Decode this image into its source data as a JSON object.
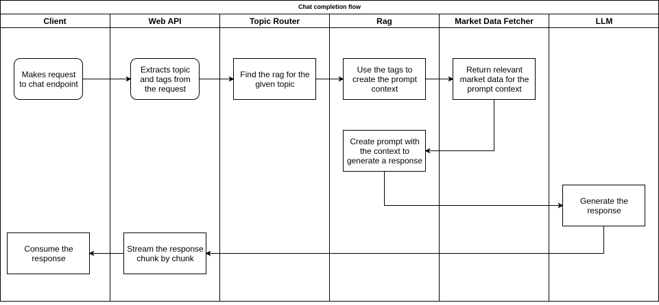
{
  "title": "Chat completion flow",
  "lanes": [
    {
      "id": "client",
      "label": "Client"
    },
    {
      "id": "webapi",
      "label": "Web API"
    },
    {
      "id": "router",
      "label": "Topic Router"
    },
    {
      "id": "rag",
      "label": "Rag"
    },
    {
      "id": "market",
      "label": "Market Data Fetcher"
    },
    {
      "id": "llm",
      "label": "LLM"
    }
  ],
  "nodes": {
    "makes_request": "Makes request to chat endpoint",
    "extracts_topic": "Extracts topic and tags from the request",
    "find_rag": "Find the rag for the given topic",
    "use_tags": "Use the tags to create the prompt context",
    "return_market": "Return relevant market data for the prompt context",
    "create_prompt": "Create prompt with the context to generate a response",
    "generate_response": "Generate the response",
    "stream_response": "Stream the response chunk by chunk",
    "consume_response": "Consume the response"
  },
  "colors": {
    "stroke": "#000000",
    "fill": "#ffffff",
    "text": "#000000"
  }
}
